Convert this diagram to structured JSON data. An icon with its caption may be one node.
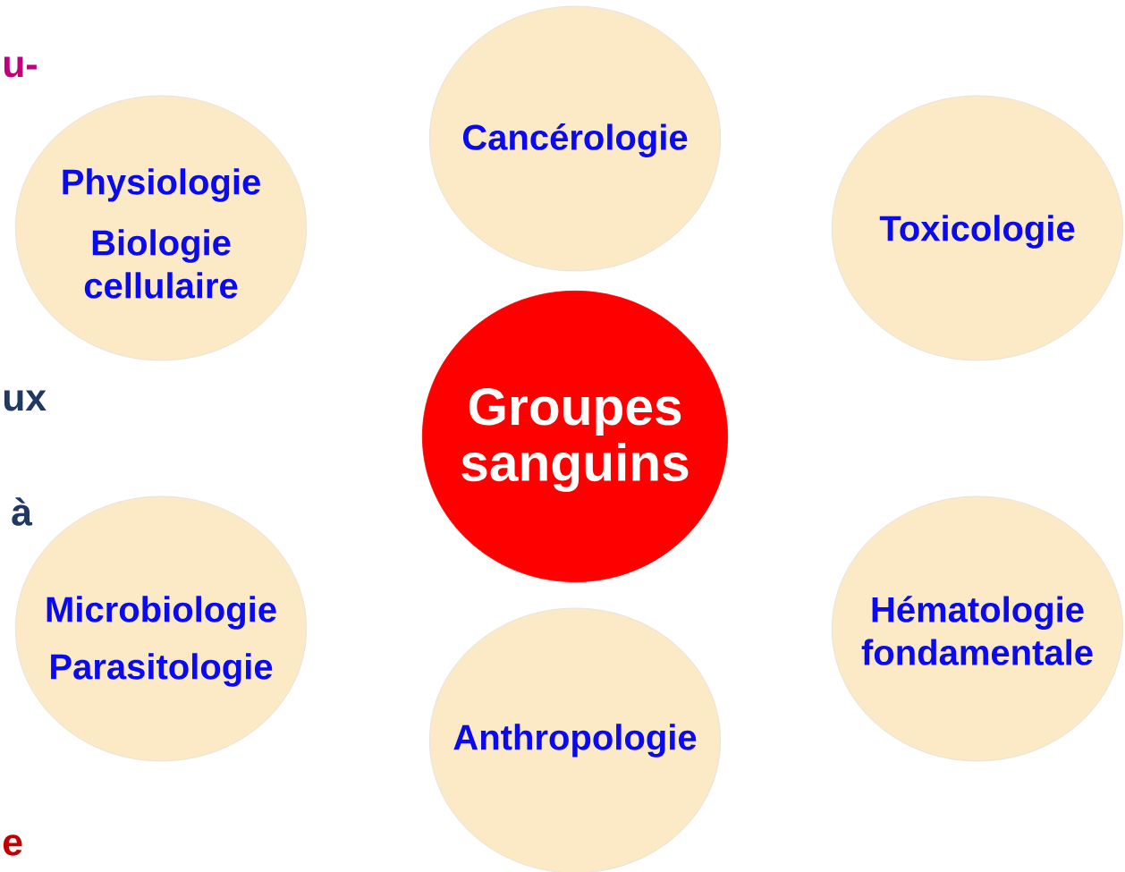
{
  "diagram": {
    "nodes": [
      {
        "text": [
          "Cancérologie"
        ]
      },
      {
        "text": [
          "Physiologie",
          "Biologie cellulaire"
        ]
      },
      {
        "text": [
          "Toxicologie"
        ]
      },
      {
        "text": [
          "Groupes sanguins"
        ]
      },
      {
        "text": [
          "Microbiologie",
          "Parasitologie"
        ]
      },
      {
        "text": [
          "Hématologie fondamentale"
        ]
      },
      {
        "text": [
          "Anthropologie"
        ]
      }
    ],
    "labels": [
      "u-",
      "ux",
      "à",
      "e"
    ]
  }
}
